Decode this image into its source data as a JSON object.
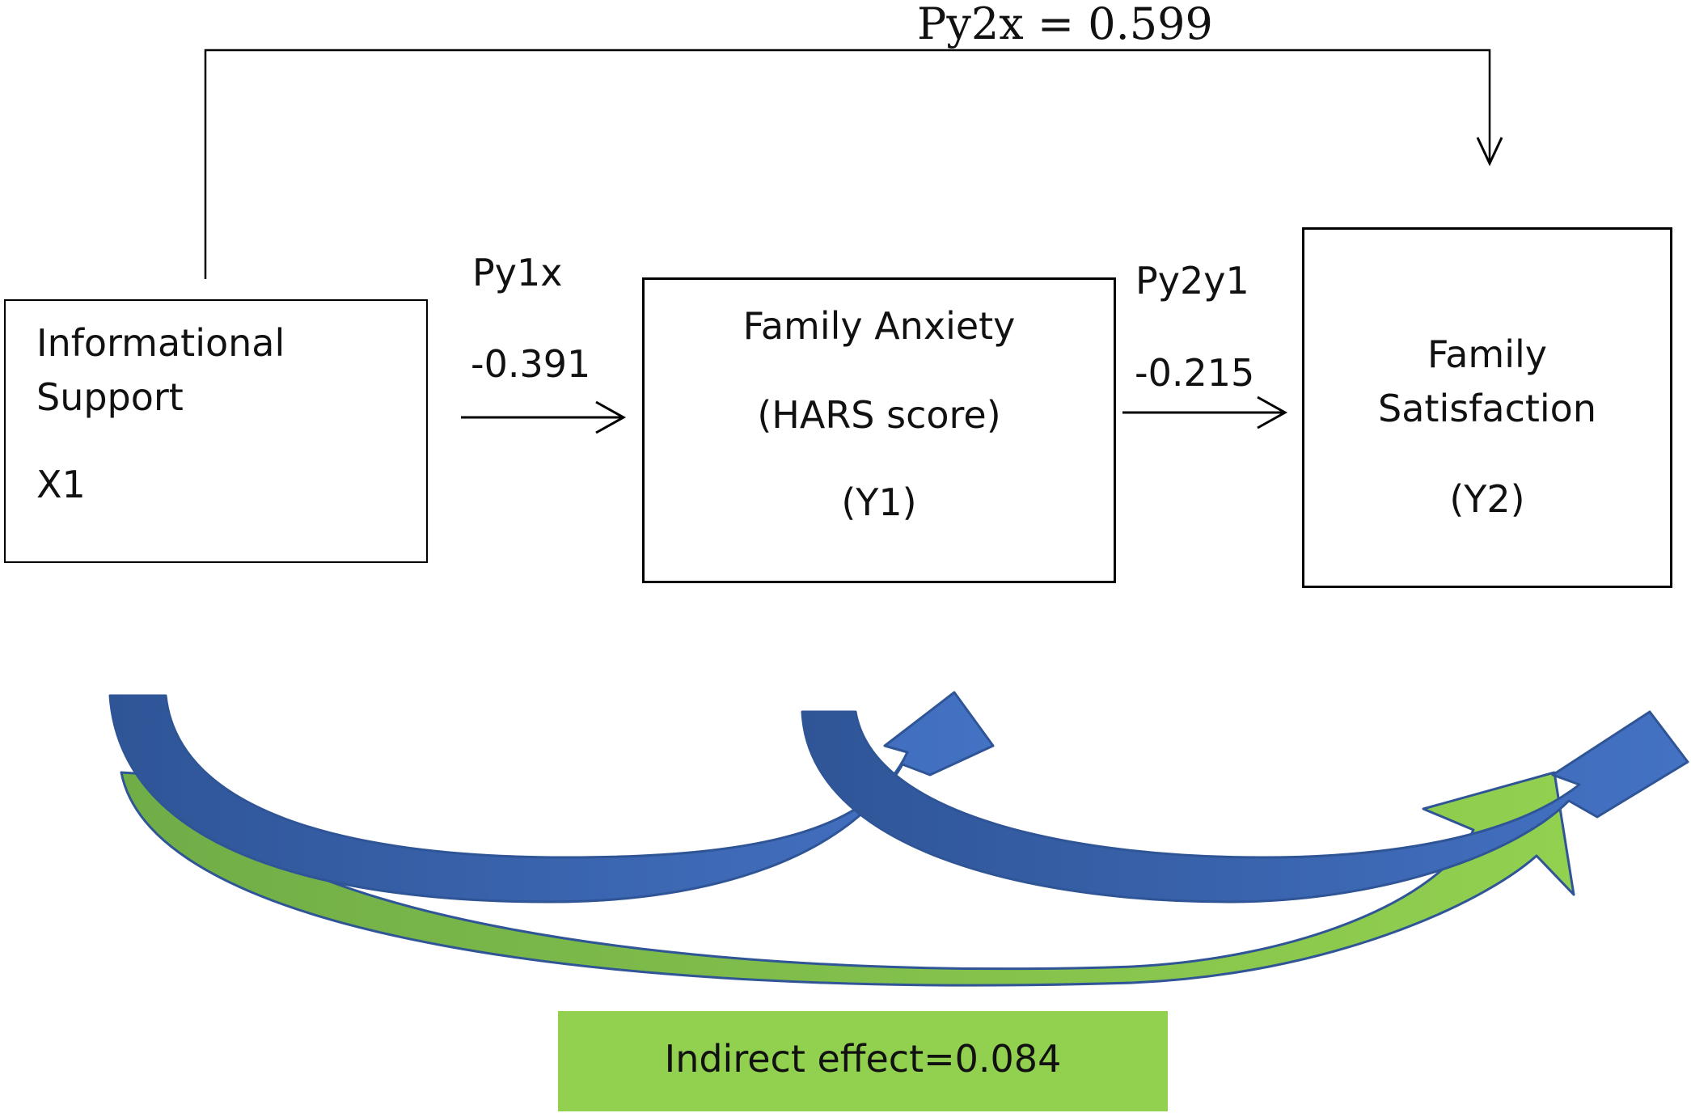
{
  "nodes": {
    "x1": {
      "line1": "Informational",
      "line2": "Support",
      "line3": "X1"
    },
    "y1": {
      "line1": "Family Anxiety",
      "line2": "(HARS score)",
      "line3": "(Y1)"
    },
    "y2": {
      "line1": "Family",
      "line2": "Satisfaction",
      "line3": "(Y2)"
    }
  },
  "paths": {
    "direct_label": "Py2x = 0.599",
    "py1x_name": "Py1x",
    "py1x_value": "-0.391",
    "py2y1_name": "Py2y1",
    "py2y1_value": "-0.215"
  },
  "indirect": {
    "label": "Indirect effect=0.084"
  },
  "colors": {
    "blue_arrow": "#4472c4",
    "blue_arrow_dark": "#2f5597",
    "green_arrow": "#92d050",
    "green_arrow_dark": "#70ad47",
    "indirect_box": "#92d050"
  }
}
